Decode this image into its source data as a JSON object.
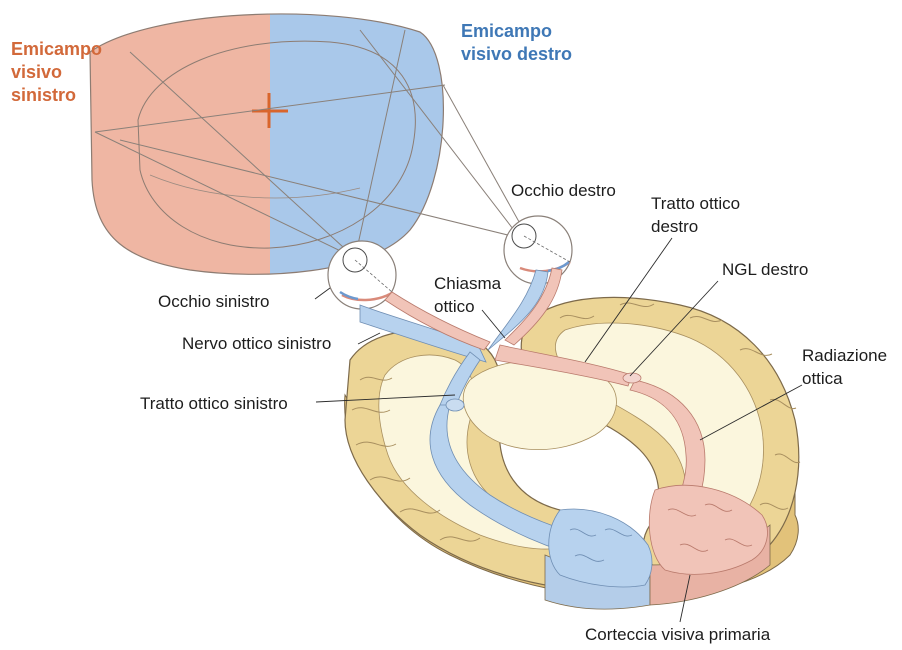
{
  "colors": {
    "left_field": "#efb6a3",
    "right_field": "#a9c8ea",
    "left_text": "#d2693a",
    "right_text": "#3f78b6",
    "brain_tissue": "#ecd596",
    "white_matter": "#fbf6dd",
    "left_pathway": "#b7d2ee",
    "right_pathway": "#f1c4b8"
  },
  "fields": {
    "left": {
      "line1": "Emicampo",
      "line2": "visivo",
      "line3": "sinistro"
    },
    "right": {
      "line1": "Emicampo",
      "line2": "visivo destro"
    }
  },
  "labels": {
    "occhio_destro": "Occhio destro",
    "tratto_ottico_destro_1": "Tratto ottico",
    "tratto_ottico_destro_2": "destro",
    "ngl_destro": "NGL destro",
    "chiasma_1": "Chiasma",
    "chiasma_2": "ottico",
    "occhio_sinistro": "Occhio sinistro",
    "nervo_ottico_sinistro": "Nervo ottico sinistro",
    "tratto_ottico_sinistro": "Tratto ottico sinistro",
    "radiazione_1": "Radiazione",
    "radiazione_2": "ottica",
    "corteccia": "Corteccia visiva primaria"
  }
}
